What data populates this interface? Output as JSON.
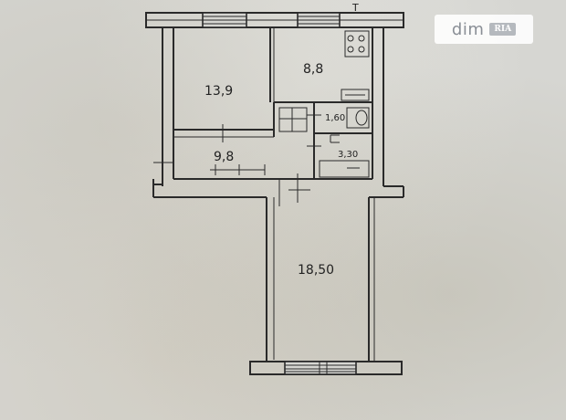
{
  "plan": {
    "rooms": [
      {
        "id": "room-1",
        "area_label": "13,9"
      },
      {
        "id": "room-2",
        "area_label": "8,8"
      },
      {
        "id": "room-3",
        "area_label": "1,60"
      },
      {
        "id": "room-4",
        "area_label": "9,8"
      },
      {
        "id": "room-5",
        "area_label": "3,30"
      },
      {
        "id": "room-6",
        "area_label": "18,50"
      }
    ],
    "corner_mark": "T"
  },
  "watermark": {
    "brand": "dim",
    "badge": "RIA"
  },
  "colors": {
    "background": "#d6d6d2",
    "ink": "#2a2a2a",
    "watermark_text": "#8a8f96"
  }
}
